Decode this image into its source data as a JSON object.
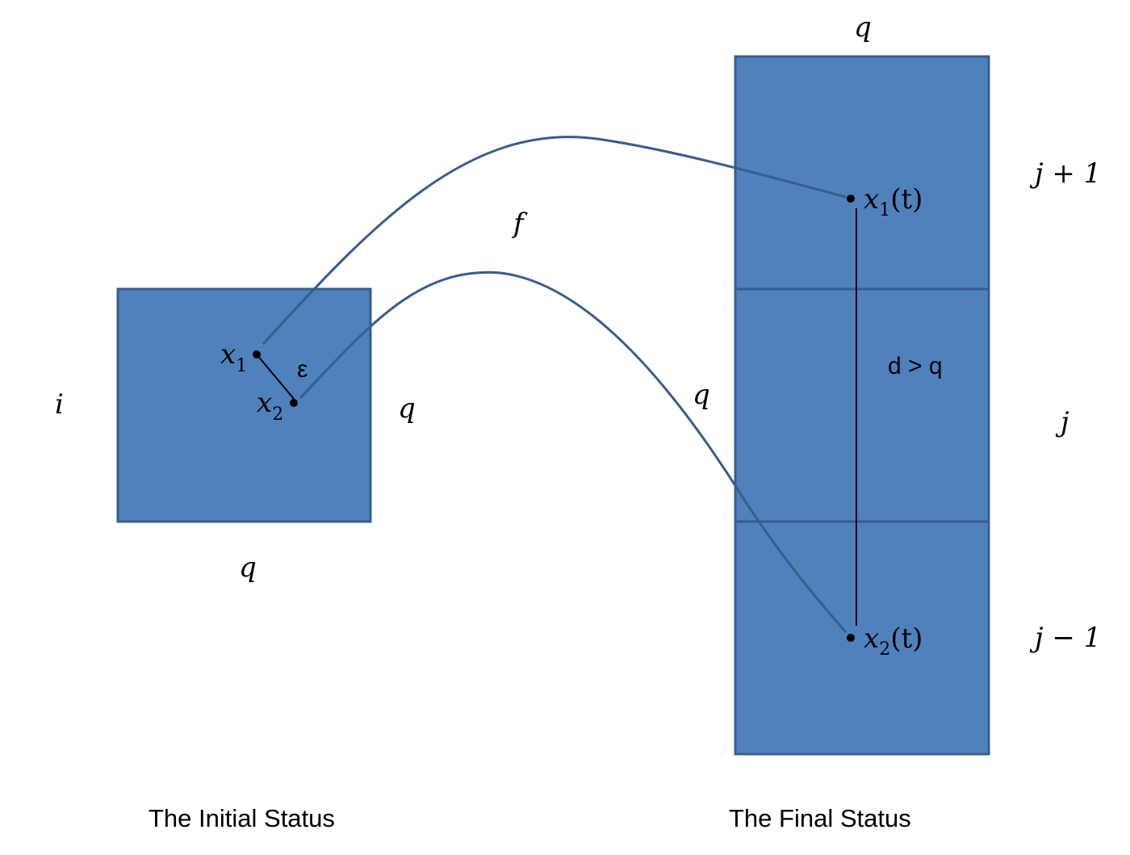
{
  "initial": {
    "caption": "The Initial Status",
    "left_label": "i",
    "right_label": "q",
    "bottom_label": "q",
    "epsilon_label": "ε",
    "point1": {
      "base": "x",
      "sub": "1"
    },
    "point2": {
      "base": "x",
      "sub": "2"
    }
  },
  "final": {
    "caption": "The Final Status",
    "top_label": "q",
    "row_labels": [
      "j + 1",
      "j",
      "j − 1"
    ],
    "distance_label": "d > q",
    "point1": {
      "base": "x",
      "sub": "1",
      "arg": "(t)"
    },
    "point2": {
      "base": "x",
      "sub": "2",
      "arg": "(t)"
    }
  },
  "mapping": {
    "function_label": "f",
    "q_label": "q"
  },
  "colors": {
    "box_fill": "#4f81bd",
    "box_stroke": "#385d8a",
    "curve": "#385d8a"
  }
}
